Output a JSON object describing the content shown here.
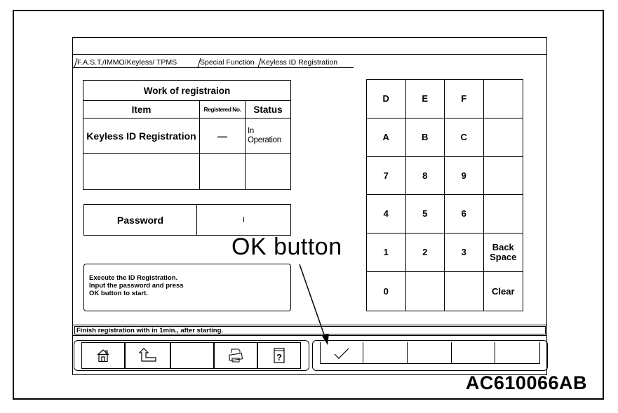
{
  "breadcrumb": {
    "items": [
      "F.A.S.T./IMMO/Keyless/ TPMS",
      "Special Function",
      "Keyless ID Registration"
    ]
  },
  "registration_table": {
    "title": "Work of registraion",
    "headers": [
      "Item",
      "Registered No.",
      "Status"
    ],
    "rows": [
      {
        "item": "Keyless ID Registration",
        "registered_no": "—",
        "status_line1": "In",
        "status_line2": "Operation"
      },
      {
        "item": "",
        "registered_no": "",
        "status_line1": "",
        "status_line2": ""
      }
    ]
  },
  "password": {
    "label": "Password",
    "value": "I"
  },
  "message": {
    "line1": "Execute the ID Registration.",
    "line2": "Input the password and press",
    "line3": "OK button to start."
  },
  "keypad": {
    "row1": [
      "D",
      "E",
      "F",
      ""
    ],
    "row2": [
      "A",
      "B",
      "C",
      ""
    ],
    "row3": [
      "7",
      "8",
      "9",
      ""
    ],
    "row4": [
      "4",
      "5",
      "6",
      ""
    ],
    "row5_a": [
      "1",
      "2",
      "3"
    ],
    "backspace_line1": "Back",
    "backspace_line2": "Space",
    "row6": [
      "0",
      "",
      ""
    ],
    "clear": "Clear"
  },
  "status_bar": {
    "text": "Finish registration with in 1min., after starting."
  },
  "annotation": {
    "text": "OK button"
  },
  "figure_code": "AC610066AB",
  "icons": [
    "home-icon",
    "back-arrow-icon",
    "print-icon",
    "help-icon",
    "checkmark-icon"
  ]
}
